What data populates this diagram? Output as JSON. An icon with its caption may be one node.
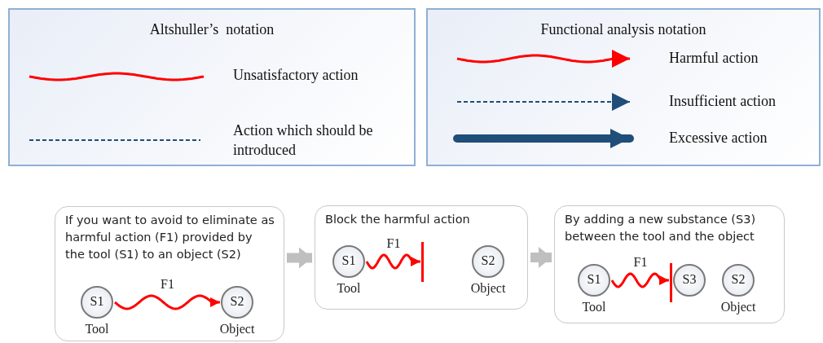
{
  "diagram": {
    "nodes": [
      {
        "text": [
          "If you want to avoid to eliminate as harmful action (F1) provided by the tool (S1) to an object (S2)"
        ]
      },
      {
        "text": [
          "S1"
        ],
        "in": 0,
        "beside": [
          "Tool"
        ]
      },
      {
        "text": [
          "S2"
        ],
        "in": 0,
        "beside": [
          "Object"
        ]
      },
      {
        "text": [
          "Block the harmful action"
        ]
      },
      {
        "text": [
          "S1"
        ],
        "in": 3,
        "beside": [
          "Tool"
        ]
      },
      {
        "text": [],
        "shape": "bar",
        "in": 3
      },
      {
        "text": [
          "S2"
        ],
        "in": 3,
        "beside": [
          "Object"
        ]
      },
      {
        "text": [
          "By adding a new substance (S3) between the tool and the object"
        ]
      },
      {
        "text": [
          "S1"
        ],
        "in": 7,
        "beside": [
          "Tool"
        ]
      },
      {
        "text": [],
        "shape": "bar",
        "in": 7
      },
      {
        "text": [
          "S3"
        ],
        "in": 7
      },
      {
        "text": [
          "S2"
        ],
        "in": 7,
        "beside": [
          "Object"
        ]
      }
    ],
    "edges": [
      {
        "from": 0,
        "to": 3,
        "arrow": "to",
        "style": "thick",
        "color": "#bfbfbf"
      },
      {
        "from": 3,
        "to": 7,
        "arrow": "to",
        "style": "thick",
        "color": "#bfbfbf"
      },
      {
        "from": 1,
        "to": 2,
        "arrow": "to",
        "label": "F1",
        "color": "#ff0000"
      },
      {
        "from": 4,
        "to": 5,
        "arrow": "to",
        "label": "F1",
        "color": "#ff0000"
      },
      {
        "from": 8,
        "to": 9,
        "arrow": "to",
        "label": "F1",
        "color": "#ff0000"
      }
    ],
    "labels": [
      "Altshuller’s  notation",
      "Functional analysis notation"
    ],
    "legend": [
      {
        "text": "Unsatisfactory action"
      },
      {
        "text": "Action which should be introduced"
      },
      {
        "text": "Harmful action"
      },
      {
        "text": "Insufficient action"
      },
      {
        "text": "Excessive action"
      }
    ]
  }
}
